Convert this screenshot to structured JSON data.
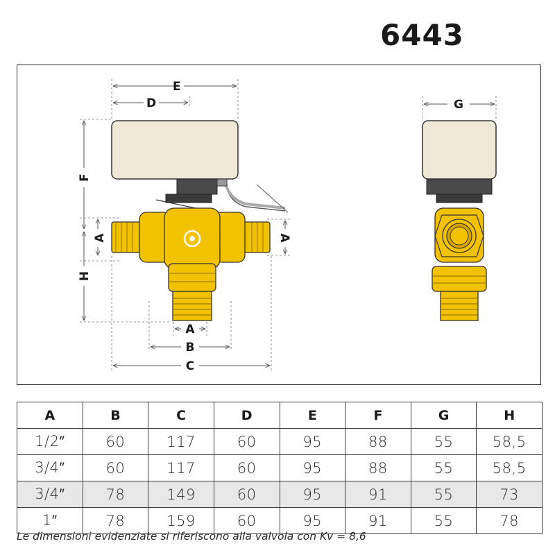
{
  "product": {
    "code": "6443"
  },
  "drawing": {
    "labels": {
      "E": "E",
      "D": "D",
      "F": "F",
      "H": "H",
      "A_left": "A",
      "A_right": "A",
      "A_bottom": "A",
      "B": "B",
      "C": "C",
      "G": "G"
    }
  },
  "table": {
    "headers": [
      "A",
      "B",
      "C",
      "D",
      "E",
      "F",
      "G",
      "H"
    ],
    "rows": [
      [
        "1/2″",
        "60",
        "117",
        "60",
        "95",
        "88",
        "55",
        "58,5"
      ],
      [
        "3/4″",
        "60",
        "117",
        "60",
        "95",
        "88",
        "55",
        "58,5"
      ],
      [
        "3/4″",
        "78",
        "149",
        "60",
        "95",
        "91",
        "55",
        "73"
      ],
      [
        "1″",
        "78",
        "159",
        "60",
        "95",
        "91",
        "55",
        "78"
      ]
    ],
    "highlighted_row": 2
  },
  "note": "Le dimensioni evidenziate si riferiscono alla valvola con Kv = 8,6",
  "colors": {
    "brass": "#f2c100",
    "actuator": "#efe8d6",
    "dark": "#4a4a4a"
  }
}
